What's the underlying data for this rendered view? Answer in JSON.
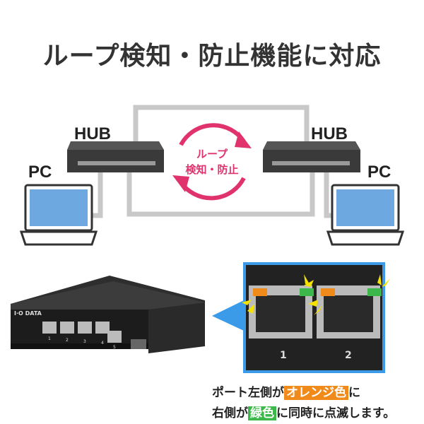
{
  "title": "ループ検知・防止機能に対応",
  "diagram": {
    "hub_left": "HUB",
    "hub_right": "HUB",
    "pc_left": "PC",
    "pc_right": "PC",
    "loop_line1": "ループ",
    "loop_line2": "検知・防止"
  },
  "device": {
    "brand": "I·O DATA",
    "port_numbers": [
      "1",
      "2",
      "3",
      "4",
      "5"
    ],
    "zoom_ports": [
      "1",
      "2"
    ]
  },
  "caption": {
    "line1_pre": "ポート左側が",
    "orange": "オレンジ色",
    "line1_post": "に",
    "line2_pre": "右側が",
    "green": "緑色",
    "line2_post": "に同時に点滅します。"
  },
  "colors": {
    "accent_pink": "#e0336e",
    "orange": "#f08a1a",
    "green": "#3cb84a",
    "blue": "#3b9be8"
  }
}
